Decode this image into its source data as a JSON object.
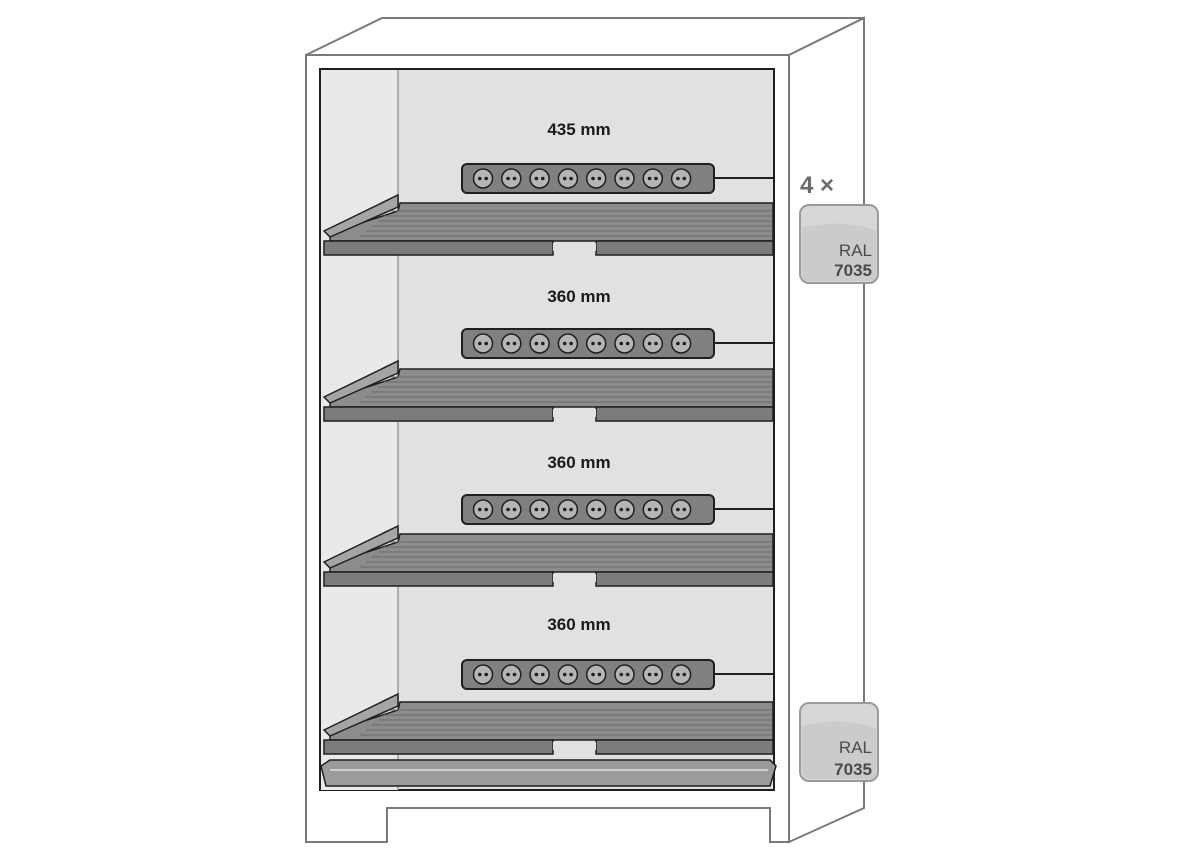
{
  "compartments": [
    {
      "height_label": "435 mm",
      "socket_count": 8
    },
    {
      "height_label": "360 mm",
      "socket_count": 8
    },
    {
      "height_label": "360 mm",
      "socket_count": 8
    },
    {
      "height_label": "360 mm",
      "socket_count": 8
    }
  ],
  "quantity_label": "4 ×",
  "color_swatches": [
    {
      "ral_word": "RAL",
      "ral_code": "7035"
    },
    {
      "ral_word": "RAL",
      "ral_code": "7035"
    }
  ],
  "colors": {
    "interior": "#e1e1e1",
    "shelf": "#8c8c8c",
    "socket_strip": "#808080",
    "swatch": "#d7d7d7",
    "outline": "#1f1f1f"
  },
  "icons": {
    "socket": "socket-icon",
    "power_strip": "power-strip-icon"
  }
}
